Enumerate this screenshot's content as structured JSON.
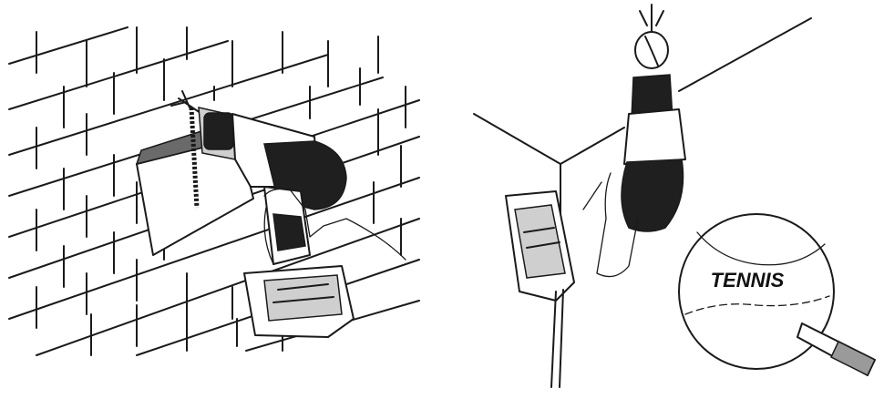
{
  "illustration": {
    "left": {
      "subject": "drill-into-brick-wall"
    },
    "right": {
      "subject": "drill-into-ceiling",
      "ball": {
        "label": "TENNIS"
      }
    }
  }
}
